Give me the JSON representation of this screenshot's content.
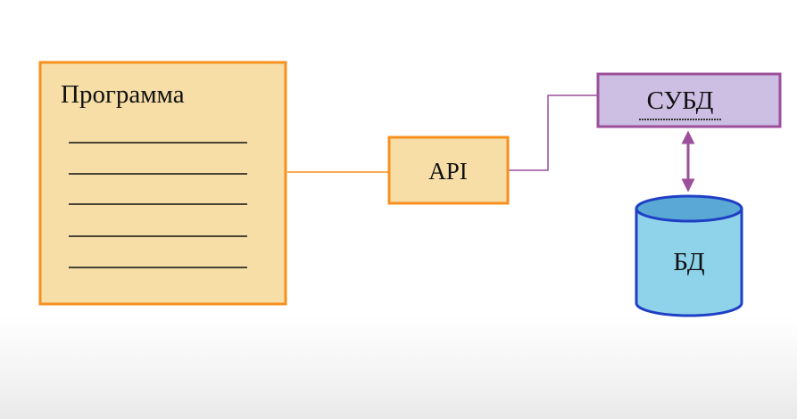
{
  "diagram": {
    "nodes": {
      "program": {
        "label": "Программа",
        "fill": "#f6dea6",
        "stroke": "#f7901e",
        "text_lines": 5
      },
      "api": {
        "label": "API",
        "fill": "#f6dea6",
        "stroke": "#f7901e"
      },
      "dbms": {
        "label": "СУБД",
        "fill": "#ccbfe3",
        "stroke": "#9c4f9b"
      },
      "db": {
        "label": "БД",
        "fill": "#8fd3ea",
        "stroke": "#1f3fc4",
        "top_fill": "#5aa8d6"
      }
    },
    "edges": [
      {
        "from": "program",
        "to": "api",
        "color": "#f7901e",
        "style": "line"
      },
      {
        "from": "api",
        "to": "dbms",
        "color": "#9c4f9b",
        "style": "elbow-line"
      },
      {
        "from": "dbms",
        "to": "db",
        "color": "#9c4f9b",
        "style": "double-arrow"
      }
    ]
  }
}
